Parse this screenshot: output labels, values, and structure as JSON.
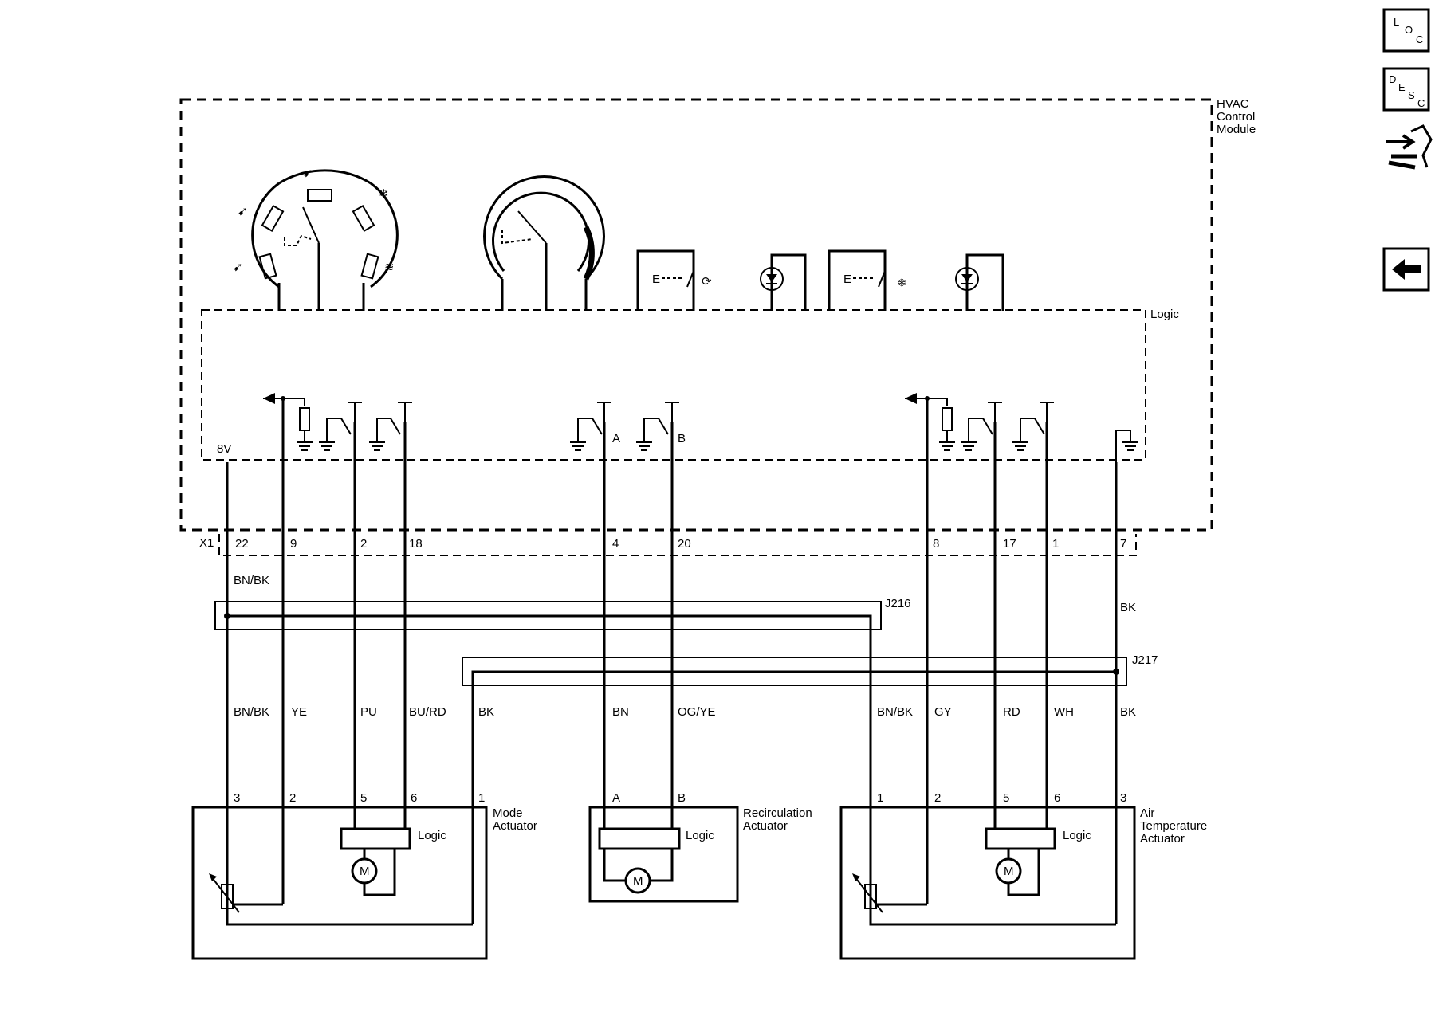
{
  "module": {
    "name_line1": "HVAC",
    "name_line2": "Control",
    "name_line3": "Module",
    "logic": "Logic",
    "voltage": "8V"
  },
  "connector": {
    "name": "X1",
    "pins": [
      "22",
      "9",
      "2",
      "18",
      "4",
      "20",
      "8",
      "17",
      "1",
      "7"
    ]
  },
  "switch_labels": {
    "a": "A",
    "b": "B"
  },
  "splices": {
    "j216": "J216",
    "j217": "J217"
  },
  "wires": {
    "upper_bnbk": "BN/BK",
    "upper_bk": "BK",
    "lower": [
      "BN/BK",
      "YE",
      "PU",
      "BU/RD",
      "BK",
      "BN",
      "OG/YE",
      "BN/BK",
      "GY",
      "RD",
      "WH",
      "BK"
    ]
  },
  "mode_actuator": {
    "name_line1": "Mode",
    "name_line2": "Actuator",
    "pins": [
      "3",
      "2",
      "5",
      "6",
      "1"
    ],
    "logic": "Logic",
    "motor": "M"
  },
  "recirc_actuator": {
    "name_line1": "Recirculation",
    "name_line2": "Actuator",
    "pins": [
      "A",
      "B"
    ],
    "logic": "Logic",
    "motor": "M"
  },
  "air_temp_actuator": {
    "name_line1": "Air",
    "name_line2": "Temperature",
    "name_line3": "Actuator",
    "pins": [
      "1",
      "2",
      "5",
      "6",
      "3"
    ],
    "logic": "Logic",
    "motor": "M"
  },
  "nav": {
    "loc": {
      "l": "L",
      "o": "O",
      "c": "C"
    },
    "desc": {
      "d": "D",
      "e": "E",
      "s": "S",
      "c": "C"
    }
  }
}
